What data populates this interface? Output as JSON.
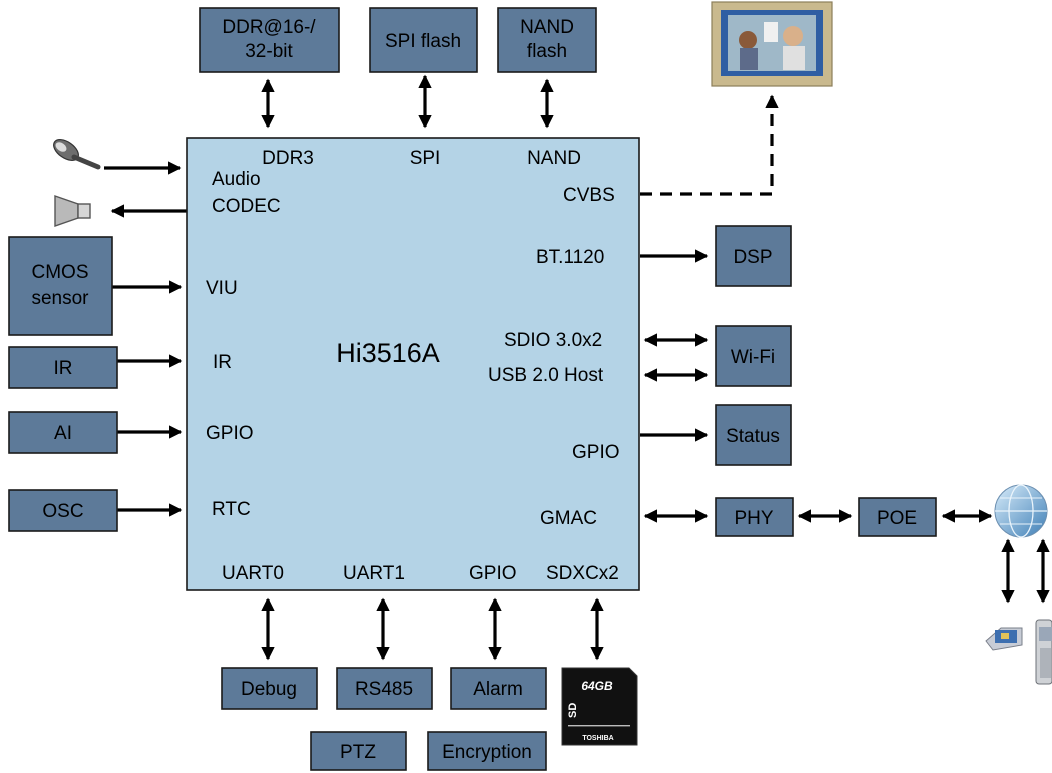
{
  "chip": {
    "name": "Hi3516A"
  },
  "memory": {
    "ddr": "DDR@16-/\n32-bit",
    "spi_flash": "SPI flash",
    "nand_flash": "NAND\nflash"
  },
  "chip_ports": {
    "ddr3": "DDR3",
    "spi": "SPI",
    "nand": "NAND",
    "audio": "Audio\nCODEC",
    "cvbs": "CVBS",
    "bt1120": "BT.1120",
    "viu": "VIU",
    "ir": "IR",
    "sdio": "SDIO 3.0x2",
    "usb": "USB 2.0 Host",
    "gpio_left": "GPIO",
    "gpio_right": "GPIO",
    "rtc": "RTC",
    "gmac": "GMAC",
    "uart0": "UART0",
    "uart1": "UART1",
    "gpio_bottom": "GPIO",
    "sdxc": "SDXCx2"
  },
  "left_blocks": {
    "cmos": "CMOS\nsensor",
    "ir": "IR",
    "ai": "AI",
    "osc": "OSC"
  },
  "right_blocks": {
    "dsp": "DSP",
    "wifi": "Wi-Fi",
    "status": "Status",
    "phy": "PHY",
    "poe": "POE"
  },
  "bottom_blocks": {
    "debug": "Debug",
    "rs485": "RS485",
    "alarm": "Alarm",
    "ptz": "PTZ",
    "encryption": "Encryption"
  },
  "sd_card": {
    "capacity": "64GB",
    "brand": "TOSHIBA"
  },
  "colors": {
    "block_fill": "#5d7a99",
    "chip_fill": "#b4d3e6",
    "stroke": "#1a1a1a"
  }
}
